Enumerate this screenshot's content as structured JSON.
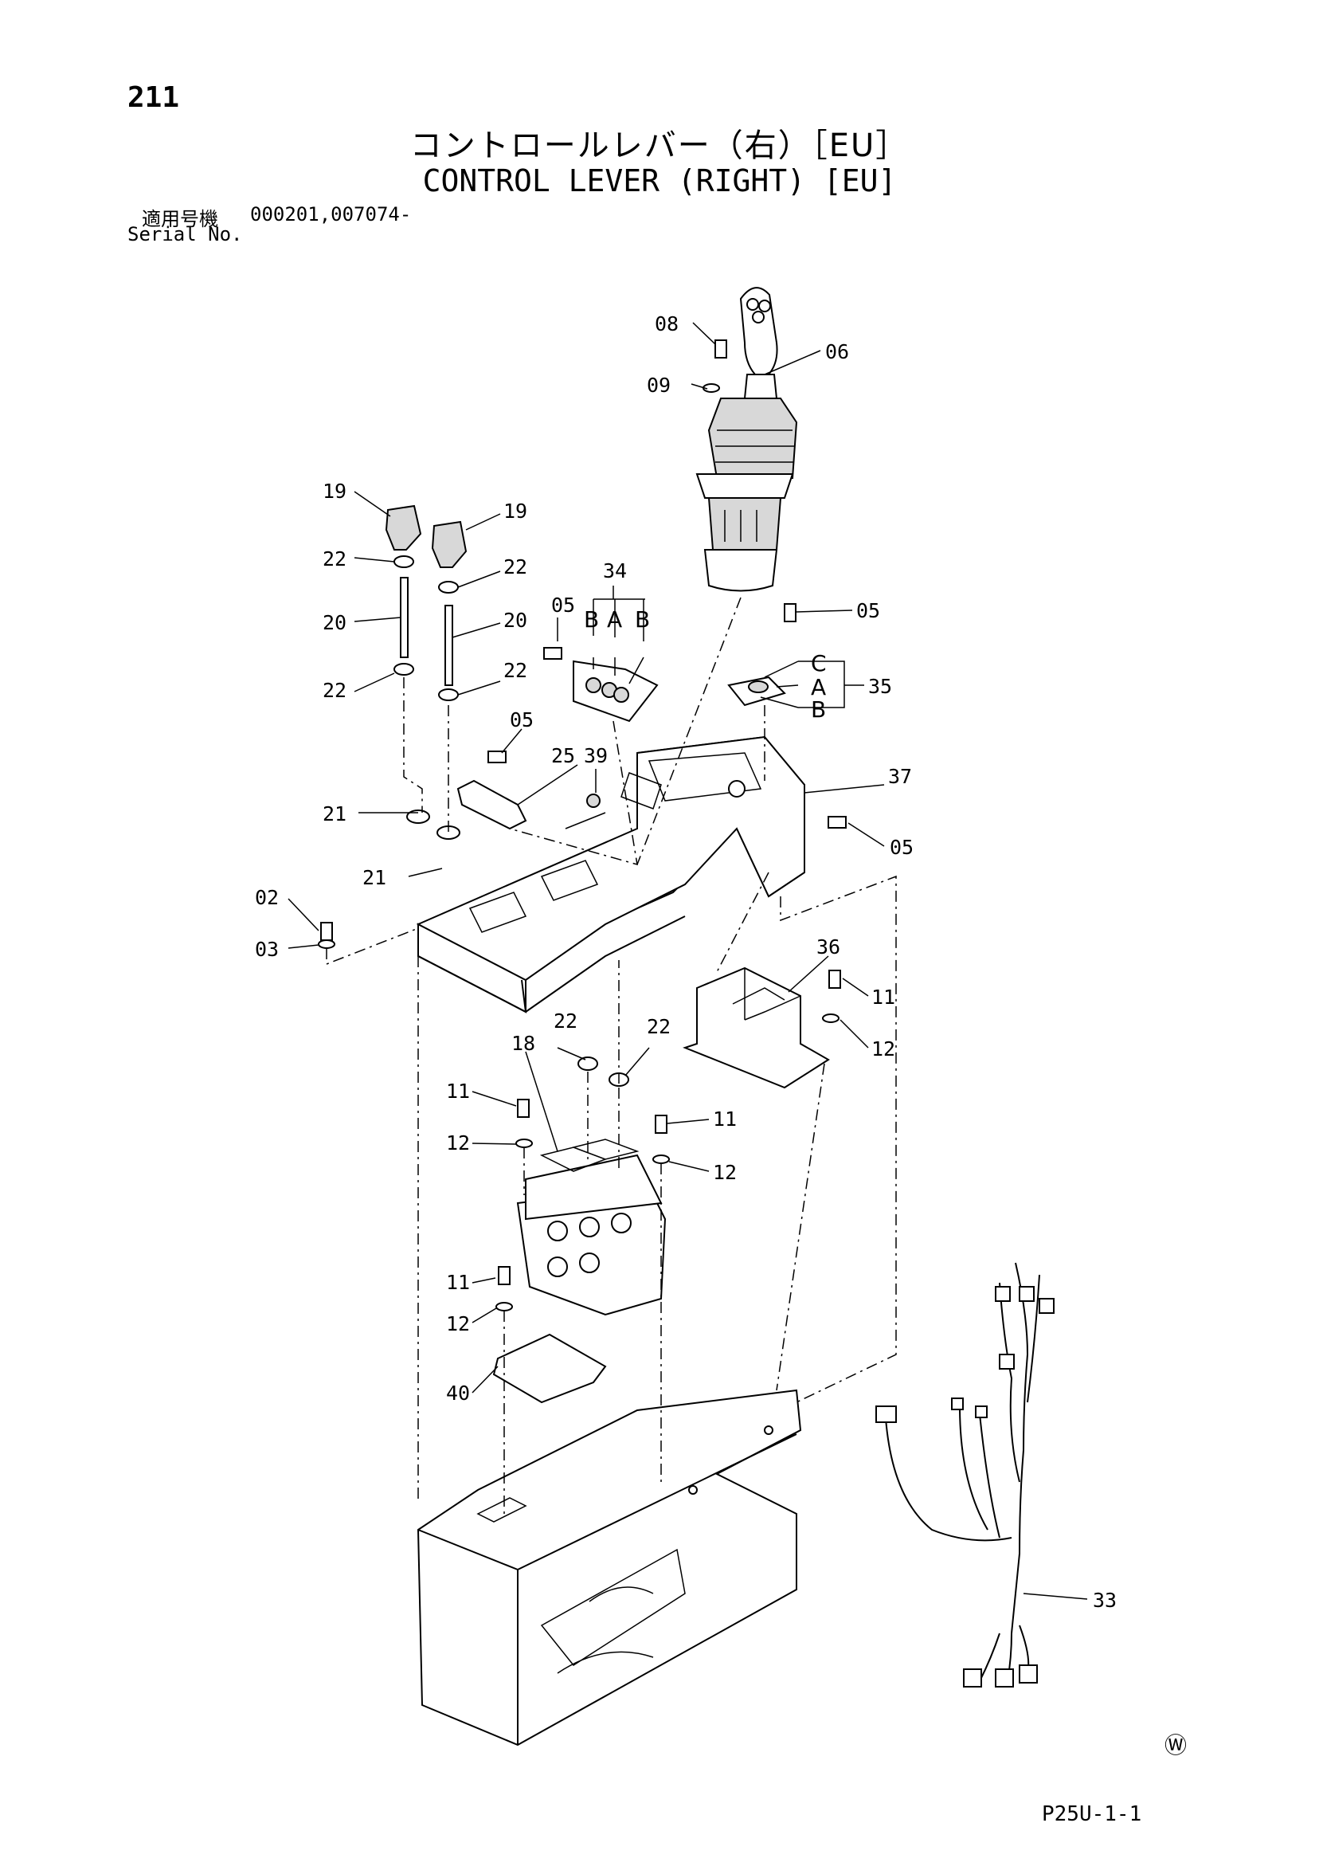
{
  "header": {
    "page_number": "211",
    "title_jp": "コントロールレバー（右）［EU］",
    "title_en": "CONTROL LEVER (RIGHT) [EU]",
    "serial_label_jp": "適用号機",
    "serial_values": "000201,007074-",
    "serial_label_en": "Serial No."
  },
  "footer": {
    "page_code": "P25U-1-1",
    "watermark_symbol": "Ⓦ"
  },
  "callouts": {
    "c08": "08",
    "c06": "06",
    "c09": "09",
    "c19a": "19",
    "c19b": "19",
    "c22a": "22",
    "c22b": "22",
    "c22c": "22",
    "c22d": "22",
    "c22e": "22",
    "c22f": "22",
    "c20a": "20",
    "c20b": "20",
    "c34": "34",
    "c34_b1": "B",
    "c34_a": "A",
    "c34_b2": "B",
    "c05a": "05",
    "c05b": "05",
    "c05c": "05",
    "c05d": "05",
    "c35": "35",
    "c35_c": "C",
    "c35_a": "A",
    "c35_b": "B",
    "c25": "25",
    "c39": "39",
    "c37": "37",
    "c21a": "21",
    "c21b": "21",
    "c02": "02",
    "c03": "03",
    "c36": "36",
    "c11a": "11",
    "c11b": "11",
    "c11c": "11",
    "c11d": "11",
    "c12a": "12",
    "c12b": "12",
    "c12c": "12",
    "c12d": "12",
    "c18": "18",
    "c40": "40",
    "c33": "33"
  }
}
